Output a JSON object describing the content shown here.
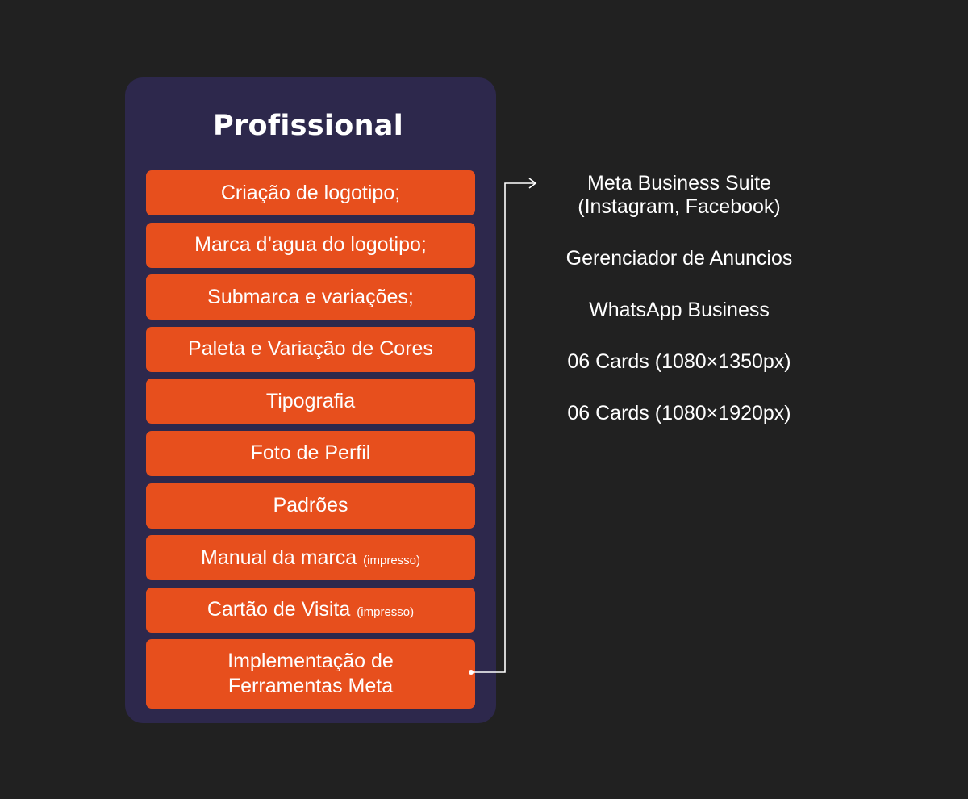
{
  "colors": {
    "background": "#212121",
    "panel": "#2d284c",
    "item": "#e74f1d",
    "text": "#ffffff"
  },
  "panel": {
    "title": "Profissional",
    "items": [
      {
        "label": "Criação de logotipo;",
        "note": ""
      },
      {
        "label": "Marca d’agua do logotipo;",
        "note": ""
      },
      {
        "label": "Submarca e variações;",
        "note": ""
      },
      {
        "label": "Paleta e Variação de Cores",
        "note": ""
      },
      {
        "label": "Tipografia",
        "note": ""
      },
      {
        "label": "Foto de Perfil",
        "note": ""
      },
      {
        "label": "Padrões",
        "note": ""
      },
      {
        "label": "Manual da marca",
        "note": "(impresso)"
      },
      {
        "label": "Cartão de Visita",
        "note": "(impresso)"
      },
      {
        "label_line1": "Implementação de",
        "label_line2": "Ferramentas Meta"
      }
    ]
  },
  "meta_tools": {
    "items": [
      "Meta Business Suite\n(Instagram, Facebook)",
      "Gerenciador de Anuncios",
      "WhatsApp Business",
      "06 Cards (1080×1350px)",
      "06 Cards (1080×1920px)"
    ]
  }
}
